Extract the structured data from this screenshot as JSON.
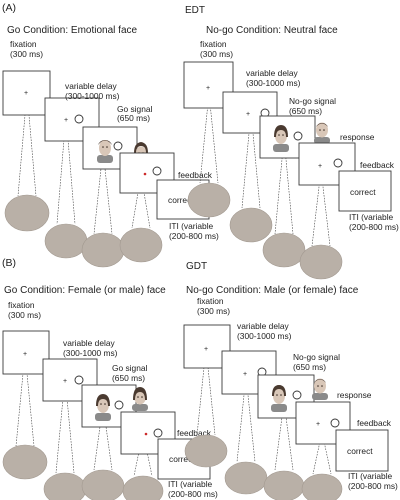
{
  "panels": [
    {
      "letter": "(A)",
      "task": "EDT",
      "conditions": [
        {
          "title": "Go Condition: Emotional face",
          "steps": [
            {
              "label1": "fixation",
              "label2": "(300 ms)"
            },
            {
              "label1": "variable delay",
              "label2": "(300-1000 ms)"
            },
            {
              "label1": "Go signal",
              "label2": "(650 ms)"
            },
            {
              "label1": "feedback",
              "label2": ""
            },
            {
              "label1": "ITI (variable",
              "label2": "(200-800 ms)"
            }
          ],
          "feedback_text": "correct"
        },
        {
          "title": "No-go Condition: Neutral face",
          "steps": [
            {
              "label1": "fixation",
              "label2": "(300 ms)"
            },
            {
              "label1": "variable delay",
              "label2": "(300-1000 ms)"
            },
            {
              "label1": "No-go signal",
              "label2": "(650 ms)"
            },
            {
              "label1": "response",
              "label2": ""
            },
            {
              "label1": "feedback",
              "label2": ""
            },
            {
              "label1": "ITI (variable",
              "label2": "(200-800 ms)"
            }
          ],
          "feedback_text": "correct"
        }
      ]
    },
    {
      "letter": "(B)",
      "task": "GDT",
      "conditions": [
        {
          "title": "Go Condition: Female (or male) face",
          "steps": [
            {
              "label1": "fixation",
              "label2": "(300 ms)"
            },
            {
              "label1": "variable delay",
              "label2": "(300-1000 ms)"
            },
            {
              "label1": "Go signal",
              "label2": "(650 ms)"
            },
            {
              "label1": "feedback",
              "label2": ""
            },
            {
              "label1": "ITI (variable",
              "label2": "(200-800 ms)"
            }
          ],
          "feedback_text": "correct"
        },
        {
          "title": "No-go Condition: Male (or female) face",
          "steps": [
            {
              "label1": "fixation",
              "label2": "(300 ms)"
            },
            {
              "label1": "variable delay",
              "label2": "(300-1000 ms)"
            },
            {
              "label1": "No-go signal",
              "label2": "(650 ms)"
            },
            {
              "label1": "response",
              "label2": ""
            },
            {
              "label1": "feedback",
              "label2": ""
            },
            {
              "label1": "ITI (variable",
              "label2": "(200-800 ms)"
            }
          ],
          "feedback_text": "correct"
        }
      ]
    }
  ]
}
